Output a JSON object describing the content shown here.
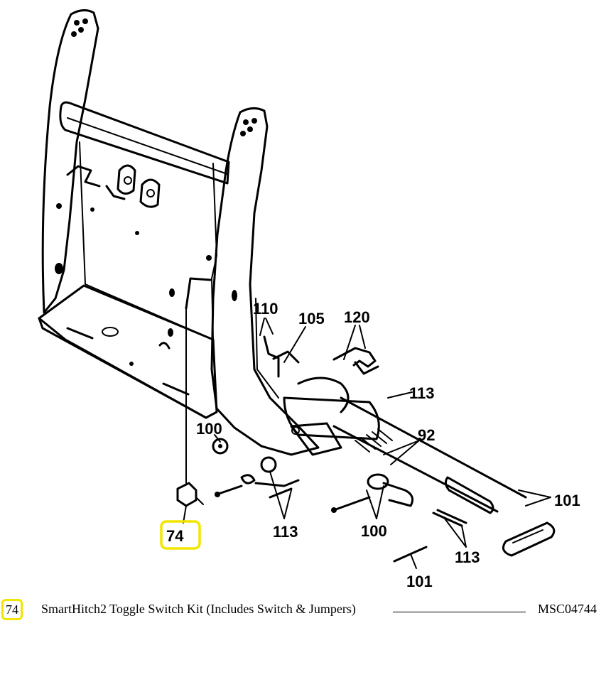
{
  "diagram": {
    "callouts": {
      "c110": "110",
      "c105": "105",
      "c120": "120",
      "c113a": "113",
      "c92": "92",
      "c100a": "100",
      "c101a": "101",
      "c74": "74",
      "c113b": "113",
      "c100b": "100",
      "c113c": "113",
      "c101b": "101"
    },
    "highlight_color": "#f2e600"
  },
  "parts_list": [
    {
      "ref": "74",
      "description": "SmartHitch2 Toggle Switch Kit (Includes Switch & Jumpers)",
      "part_number": "MSC04744"
    }
  ]
}
